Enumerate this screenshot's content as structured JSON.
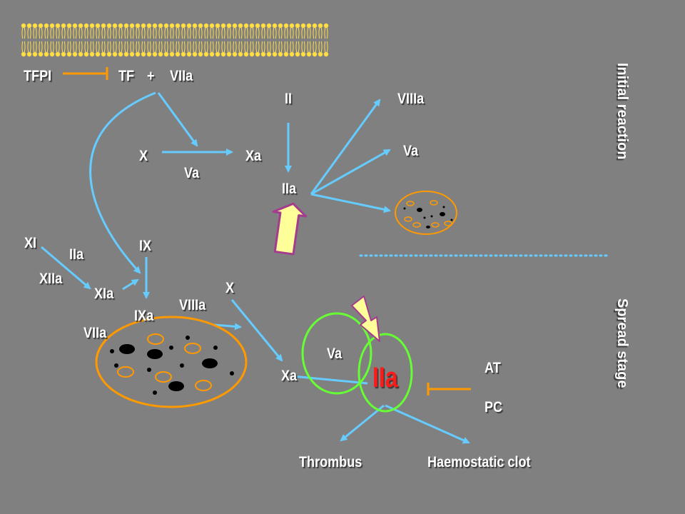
{
  "colors": {
    "background": "#808080",
    "arrow": "#66ccff",
    "inhibitor": "#ff9900",
    "membrane_head": "#ffdd44",
    "platelet_outline": "#ff9900",
    "complex_circle": "#66ff33",
    "thrombin_label": "#ff1a1a",
    "highlight_arrow": "#ffff99"
  },
  "labels": {
    "tfpi": "TFPI",
    "tf": "TF",
    "plus": "+",
    "viia_top": "VIIa",
    "ii": "II",
    "viiia_top": "VIIIa",
    "x_top": "X",
    "xa_top": "Xa",
    "va_top_right": "Va",
    "va_mid": "Va",
    "iia_mid": "IIa",
    "xi": "XI",
    "iia_left": "IIa",
    "ix": "IX",
    "xiia": "XIIa",
    "xia": "XIa",
    "x_lower": "X",
    "viiia_lower": "VIIIa",
    "ixa": "IXa",
    "viia_lower": "VIIa",
    "va_lower": "Va",
    "xa_lower": "Xa",
    "iia_big": "IIa",
    "at": "AT",
    "pc": "PC",
    "thrombus": "Thrombus",
    "haemostatic_clot": "Haemostatic clot"
  },
  "stages": {
    "initial": "Initial reaction",
    "spread": "Spread stage"
  }
}
